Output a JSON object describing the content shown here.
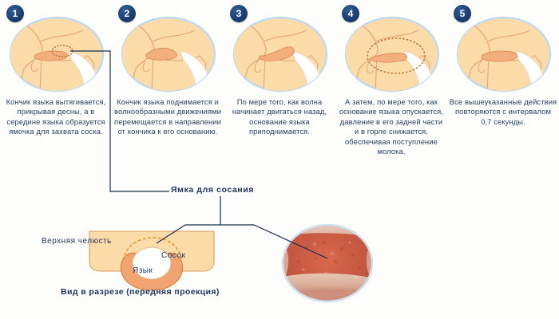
{
  "colors": {
    "background": "#fdfefc",
    "badge_navy": "#1c3f73",
    "text_navy": "#2a3f63",
    "label_navy": "#1d3461",
    "skin_fill": "#fbdca9",
    "skin_line": "#e8a878",
    "tongue": "#f0a46f",
    "ellipse_border": "#bfd9ee",
    "wire": "#16304f",
    "jaw_fill": "#fbdca9",
    "jaw_line": "#d9a05b",
    "nipple_fill": "#ffffff",
    "dashed_arc": "#e0912f"
  },
  "steps": [
    {
      "number": "1",
      "caption": "Кончик языка вытягивается, прикрывая десны, а в середине языка образуется ямочка для захвата соска.",
      "art": "baby-head-suckling-stage-1"
    },
    {
      "number": "2",
      "caption": "Кончик языка поднимается и волнообразными движениями перемещается в направлении от кончика к его основанию.",
      "art": "baby-head-suckling-stage-2"
    },
    {
      "number": "3",
      "caption": "По мере того, как волна начинает двигаться назад, основание языка приподнимается.",
      "art": "baby-head-suckling-stage-3"
    },
    {
      "number": "4",
      "caption": "А затем, по мере того, как основание языка опускается, давление в его задней части и в горле снижается, обеспечивая поступление молока.",
      "art": "baby-head-suckling-stage-4"
    },
    {
      "number": "5",
      "caption": "Все вышеуказанные действия повторяются с интервалом 0,7 секунды.",
      "art": "baby-head-suckling-stage-5"
    }
  ],
  "callout": {
    "label": "Ямка для сосания"
  },
  "cross_section": {
    "upper_jaw_label": "Верхняя челюсть",
    "nipple_label": "Сосок",
    "tongue_label": "Язык",
    "caption": "Вид в разрезе (передняя проекция)"
  },
  "photo": {
    "alt": "intraoral-photograph-of-infant-palate-and-tongue"
  }
}
